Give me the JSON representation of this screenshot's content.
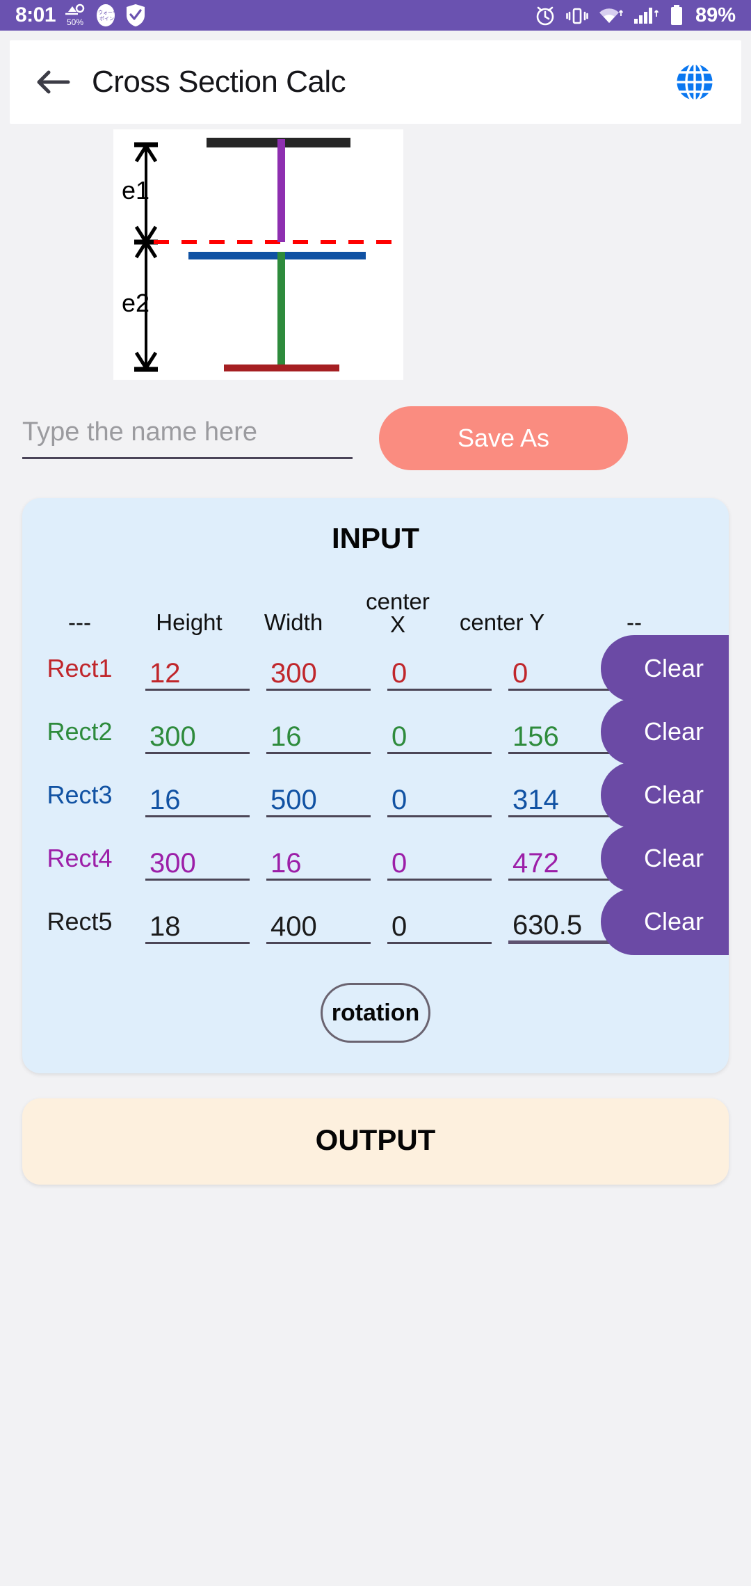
{
  "status_bar": {
    "time": "8:01",
    "battery_text": "89%",
    "left_icons": [
      "step-counter-icon",
      "walking-points-icon",
      "shield-icon"
    ],
    "right_icons": [
      "alarm-icon",
      "vibrate-icon",
      "wifi-icon",
      "signal-icon",
      "battery-icon"
    ],
    "background": "#6a52b0"
  },
  "appbar": {
    "back_icon": "back-arrow-icon",
    "title": "Cross Section Calc",
    "globe_icon": "globe-icon",
    "globe_color": "#0a77f0"
  },
  "diagram": {
    "label_e1": "e1",
    "label_e2": "e2",
    "colors": {
      "rect1": "#262626",
      "rect2": "#8e2fb0",
      "rect3": "#1152a3",
      "rect4": "#2e8b3c",
      "rect5": "#a51f22",
      "neutral_axis": "#ff0000",
      "dimension": "#000000"
    }
  },
  "name_row": {
    "placeholder": "Type the name here",
    "value": "",
    "save_label": "Save As",
    "save_color": "#fa8c80"
  },
  "input_card": {
    "title": "INPUT",
    "background": "#dfeefb",
    "headers": [
      "---",
      "Height",
      "Width",
      "center X",
      "center Y",
      "--"
    ],
    "header_center_x_line1": "center",
    "header_center_x_line2": "X",
    "header_center_y": "center Y",
    "header_dashes_left": "---",
    "header_dashes_right": "--",
    "rows": [
      {
        "label": "Rect1",
        "height": "12",
        "width": "300",
        "center_x": "0",
        "center_y": "0",
        "color": "#c0262b",
        "clear_label": "Clear",
        "focused": false
      },
      {
        "label": "Rect2",
        "height": "300",
        "width": "16",
        "center_x": "0",
        "center_y": "156",
        "color": "#2e8b3c",
        "clear_label": "Clear",
        "focused": false
      },
      {
        "label": "Rect3",
        "height": "16",
        "width": "500",
        "center_x": "0",
        "center_y": "314",
        "color": "#1152a3",
        "clear_label": "Clear",
        "focused": false
      },
      {
        "label": "Rect4",
        "height": "300",
        "width": "16",
        "center_x": "0",
        "center_y": "472",
        "color": "#9c1fa8",
        "clear_label": "Clear",
        "focused": false
      },
      {
        "label": "Rect5",
        "height": "18",
        "width": "400",
        "center_x": "0",
        "center_y": "630.5",
        "color": "#1b1b1b",
        "clear_label": "Clear",
        "focused": true
      }
    ],
    "rotation_label": "rotation",
    "clear_button_color": "#6b4aa5"
  },
  "output_card": {
    "title": "OUTPUT",
    "background": "#fdf0de"
  }
}
